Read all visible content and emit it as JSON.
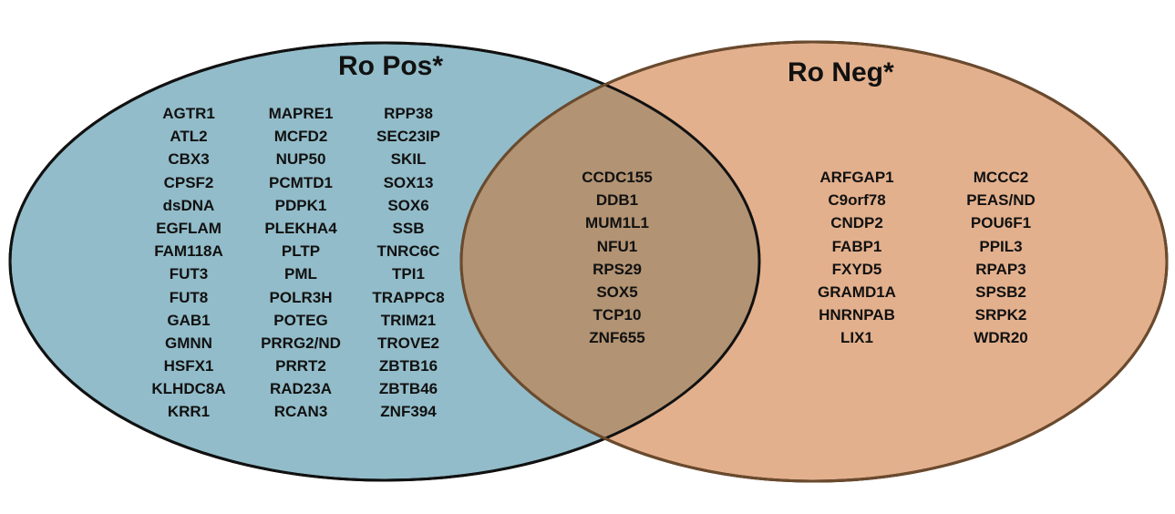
{
  "colors": {
    "left_fill": "#92BCC9",
    "right_fill": "#E3B08D",
    "overlap_fill": "#B29373",
    "outline": "#111111",
    "overlap_outline": "#6B4A2D"
  },
  "left": {
    "title": "Ro Pos*",
    "columns": [
      [
        "AGTR1",
        "ATL2",
        "CBX3",
        "CPSF2",
        "dsDNA",
        "EGFLAM",
        "FAM118A",
        "FUT3",
        "FUT8",
        "GAB1",
        "GMNN",
        "HSFX1",
        "KLHDC8A",
        "KRR1"
      ],
      [
        "MAPRE1",
        "MCFD2",
        "NUP50",
        "PCMTD1",
        "PDPK1",
        "PLEKHA4",
        "PLTP",
        "PML",
        "POLR3H",
        "POTEG",
        "PRRG2/ND",
        "PRRT2",
        "RAD23A",
        "RCAN3"
      ],
      [
        "RPP38",
        "SEC23IP",
        "SKIL",
        "SOX13",
        "SOX6",
        "SSB",
        "TNRC6C",
        "TPI1",
        "TRAPPC8",
        "TRIM21",
        "TROVE2",
        "ZBTB16",
        "ZBTB46",
        "ZNF394"
      ]
    ]
  },
  "overlap": {
    "items": [
      "CCDC155",
      "DDB1",
      "MUM1L1",
      "NFU1",
      "RPS29",
      "SOX5",
      "TCP10",
      "ZNF655"
    ]
  },
  "right": {
    "title": "Ro Neg*",
    "columns": [
      [
        "ARFGAP1",
        "C9orf78",
        "CNDP2",
        "FABP1",
        "FXYD5",
        "GRAMD1A",
        "HNRNPAB",
        "LIX1"
      ],
      [
        "MCCC2",
        "PEAS/ND",
        "POU6F1",
        "PPIL3",
        "RPAP3",
        "SPSB2",
        "SRPK2",
        "WDR20"
      ]
    ]
  }
}
